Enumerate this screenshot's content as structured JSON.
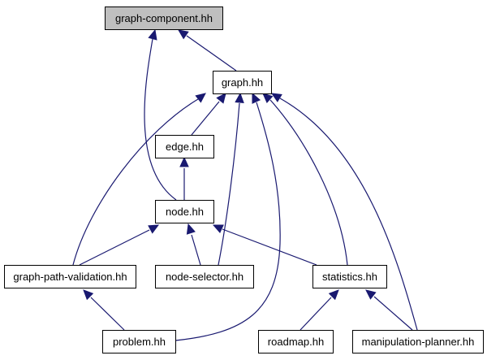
{
  "diagram": {
    "colors": {
      "edge": "#191970",
      "node_fill": "#ffffff",
      "highlight_fill": "#bfbfbf",
      "node_stroke": "#000000"
    },
    "nodes": [
      {
        "id": "graph-component",
        "label": "graph-component.hh",
        "highlighted": true
      },
      {
        "id": "graph",
        "label": "graph.hh",
        "highlighted": false
      },
      {
        "id": "edge",
        "label": "edge.hh",
        "highlighted": false
      },
      {
        "id": "node",
        "label": "node.hh",
        "highlighted": false
      },
      {
        "id": "graph-path-validation",
        "label": "graph-path-validation.hh",
        "highlighted": false
      },
      {
        "id": "node-selector",
        "label": "node-selector.hh",
        "highlighted": false
      },
      {
        "id": "statistics",
        "label": "statistics.hh",
        "highlighted": false
      },
      {
        "id": "problem",
        "label": "problem.hh",
        "highlighted": false
      },
      {
        "id": "roadmap",
        "label": "roadmap.hh",
        "highlighted": false
      },
      {
        "id": "manipulation-planner",
        "label": "manipulation-planner.hh",
        "highlighted": false
      }
    ],
    "edges": [
      {
        "from": "graph",
        "to": "graph-component"
      },
      {
        "from": "node",
        "to": "graph-component"
      },
      {
        "from": "edge",
        "to": "graph"
      },
      {
        "from": "graph-path-validation",
        "to": "graph"
      },
      {
        "from": "node-selector",
        "to": "graph"
      },
      {
        "from": "problem",
        "to": "graph"
      },
      {
        "from": "statistics",
        "to": "graph"
      },
      {
        "from": "manipulation-planner",
        "to": "graph"
      },
      {
        "from": "node",
        "to": "edge"
      },
      {
        "from": "graph-path-validation",
        "to": "node"
      },
      {
        "from": "node-selector",
        "to": "node"
      },
      {
        "from": "statistics",
        "to": "node"
      },
      {
        "from": "problem",
        "to": "graph-path-validation"
      },
      {
        "from": "roadmap",
        "to": "statistics"
      },
      {
        "from": "manipulation-planner",
        "to": "statistics"
      }
    ]
  }
}
